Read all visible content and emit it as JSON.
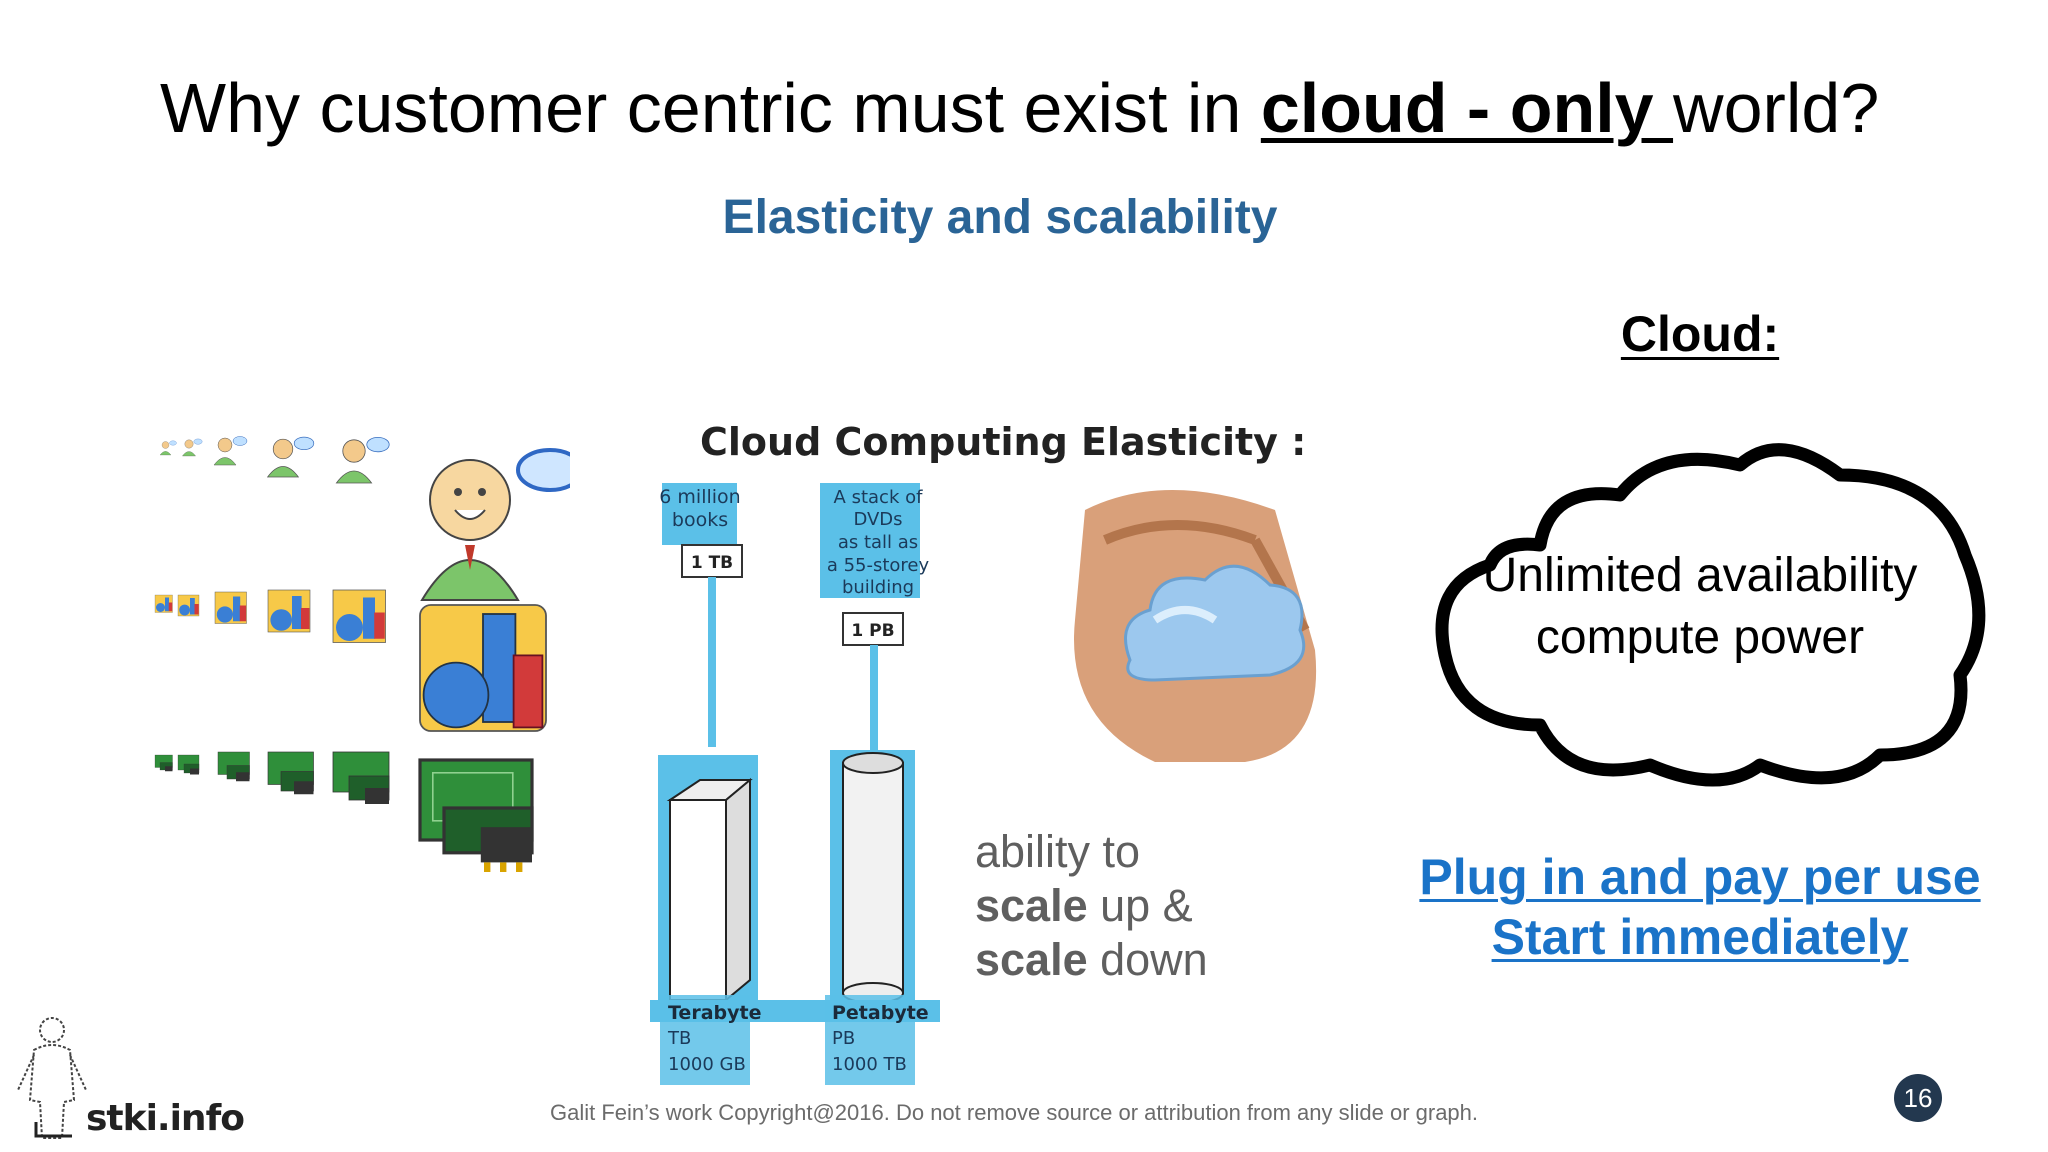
{
  "slide": {
    "title_prefix": "Why customer centric must exist in ",
    "title_emphasis": "cloud - only ",
    "title_suffix": "world?",
    "subtitle": "Elasticity and scalability",
    "cloud_heading": "Cloud:",
    "cloud_text_line1": "Unlimited availability",
    "cloud_text_line2": "compute power",
    "scale_line1": "ability to",
    "scale_bold1": "scale",
    "scale_rest1": " up &",
    "scale_bold2": "scale",
    "scale_rest2": " down",
    "link_plug": "Plug in and pay per use",
    "link_start": "Start immediately",
    "copyright": "Galit Fein’s work Copyright@2016. Do not remove source or attribution from any slide or graph.",
    "page_number": "16",
    "logo_text": "stki.info"
  },
  "chart": {
    "title": "Cloud Computing Elasticity :",
    "left_top_label_1": "6 million",
    "left_top_label_2": "books",
    "left_box": "1 TB",
    "right_top_label_1": "A stack of",
    "right_top_label_2": "DVDs",
    "right_top_label_3": "as tall as",
    "right_top_label_4": "a 55-storey",
    "right_top_label_5": "building",
    "right_box": "1 PB",
    "left_bottom_1": "Terabyte",
    "left_bottom_2": "TB",
    "left_bottom_3": "1000 GB",
    "right_bottom_1": "Petabyte",
    "right_bottom_2": "PB",
    "right_bottom_3": "1000 TB"
  },
  "colors": {
    "subtitle": "#2a6496",
    "link": "#1a73c8",
    "chart_blue": "#5bc0e8",
    "page_badge": "#23384f"
  },
  "icons": {
    "row1": "users-icon",
    "row2": "chart-icon",
    "row3": "hardware-icon"
  }
}
